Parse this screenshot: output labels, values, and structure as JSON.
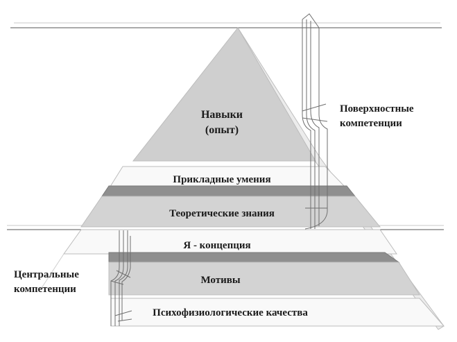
{
  "layers": {
    "skills": {
      "line1": "Навыки",
      "line2": "(опыт)"
    },
    "applied": "Прикладные умения",
    "theory": "Теоретические знания",
    "selfconcept": "Я - концепция",
    "motives": "Мотивы",
    "psycho": "Психофизиологические качества"
  },
  "groups": {
    "surface": {
      "line1": "Поверхностные",
      "line2": "компетенции"
    },
    "central": {
      "line1": "Центральные",
      "line2": "компетенции"
    }
  },
  "colors": {
    "grey_light": "#d6d6d6",
    "grey_mid": "#c4c4c4",
    "band_dark": "#8f8f8f",
    "outline": "#9a9a9a"
  }
}
